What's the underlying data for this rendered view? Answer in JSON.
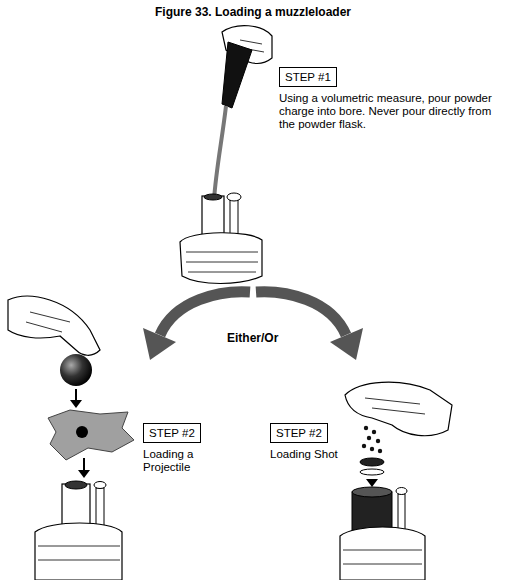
{
  "diagram": {
    "title": "Figure 33. Loading a muzzleloader",
    "nodes": [
      {
        "text": [
          "STEP #1",
          "Using a volumetric measure, pour powder charge into bore. Never pour directly from the powder flask."
        ]
      },
      {
        "text": [
          "STEP #2",
          "Loading a Projectile"
        ]
      },
      {
        "text": [
          "STEP #2",
          "Loading Shot"
        ]
      }
    ],
    "labels": [
      "Either/Or"
    ]
  }
}
